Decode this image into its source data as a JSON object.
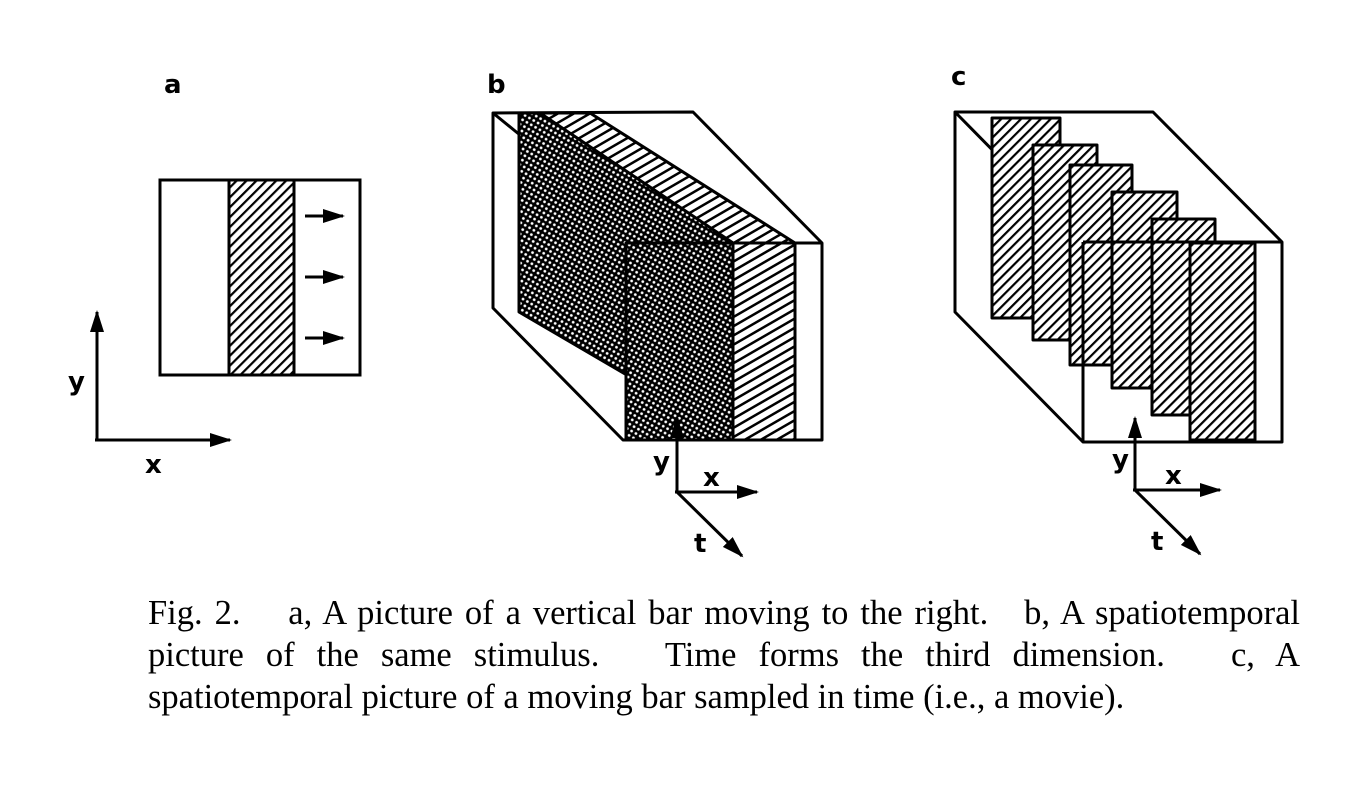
{
  "panels": {
    "a": {
      "label": "a",
      "axis_y": "y",
      "axis_x": "x"
    },
    "b": {
      "label": "b",
      "axis_y": "y",
      "axis_x": "x",
      "axis_t": "t"
    },
    "c": {
      "label": "c",
      "axis_y": "y",
      "axis_x": "x",
      "axis_t": "t"
    }
  },
  "caption": {
    "figure_number": "Fig. 2.",
    "text": "a, A picture of a vertical bar moving to the right.   b, A spatiotemporal picture of the same stimulus.   Time forms the third dimension.   c, A spatiotemporal picture of a moving bar sampled in time (i.e., a movie)."
  }
}
